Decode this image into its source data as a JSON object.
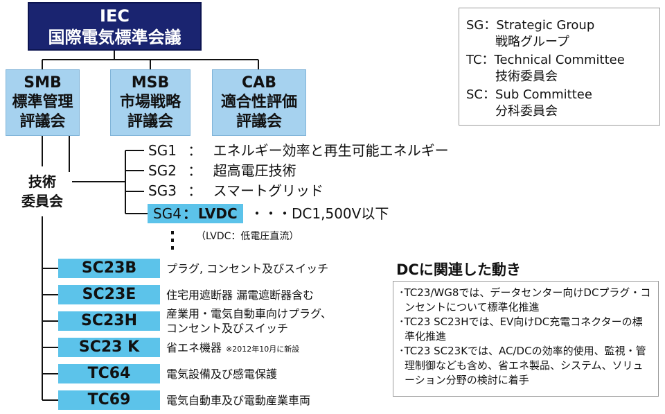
{
  "iec": {
    "line1": "IEC",
    "line2": "国際電気標準会議"
  },
  "councils": [
    {
      "abbr": "SMB",
      "line2": "標準管理",
      "line3": "評議会"
    },
    {
      "abbr": "MSB",
      "line2": "市場戦略",
      "line3": "評議会"
    },
    {
      "abbr": "CAB",
      "line2": "適合性評価",
      "line3": "評議会"
    }
  ],
  "technical_committees_label": {
    "line1": "技術",
    "line2": "委員会"
  },
  "strategic_groups": [
    {
      "code": "SG1",
      "sep": "：",
      "text": "エネルギー効率と再生可能エネルギー"
    },
    {
      "code": "SG2",
      "sep": "：",
      "text": "超高電圧技術"
    },
    {
      "code": "SG3",
      "sep": "：",
      "text": "スマートグリッド"
    },
    {
      "code": "SG4",
      "sep": "：",
      "text": "LVDC",
      "tail": "・・・DC1,500V以下",
      "note": "（LVDC：低電圧直流）"
    }
  ],
  "committees": [
    {
      "code": "SC23B",
      "desc": "プラグ, コンセント及びスイッチ"
    },
    {
      "code": "SC23E",
      "desc": "住宅用遮断器 漏電遮断器含む"
    },
    {
      "code": "SC23H",
      "desc": "産業用・電気自動車向けプラグ、",
      "desc2": "コンセント及びスイッチ"
    },
    {
      "code": "SC23 K",
      "desc": "省エネ機器",
      "note": "※2012年10月に新設"
    },
    {
      "code": "TC64",
      "desc": "電気設備及び感電保護"
    },
    {
      "code": "TC69",
      "desc": "電気自動車及び電動産業車両"
    }
  ],
  "legend": [
    {
      "abbr": "SG",
      "sep": "：",
      "en": "Strategic Group",
      "ja": "戦略グループ"
    },
    {
      "abbr": "TC",
      "sep": "：",
      "en": "Technical Committee",
      "ja": "技術委員会"
    },
    {
      "abbr": "SC",
      "sep": "：",
      "en": "Sub Committee",
      "ja": "分科委員会"
    }
  ],
  "dc_section": {
    "title": "DCに関連した動き",
    "items": [
      "･TC23/WG8では、データセンター向けDCプラグ・コンセントについて標準化推進",
      "･TC23 SC23Hでは、EV向けDC充電コネクターの標準化推進",
      "･TC23 SC23Kでは、AC/DCの効率的使用、監視・管理制御なども含め、省エネ製品、システム、ソリューション分野の検討に着手"
    ]
  },
  "colors": {
    "iec_box": "#1a2470",
    "council_box": "#a6d2ef",
    "committee_box": "#5cc3ea",
    "connector": "#111111"
  }
}
